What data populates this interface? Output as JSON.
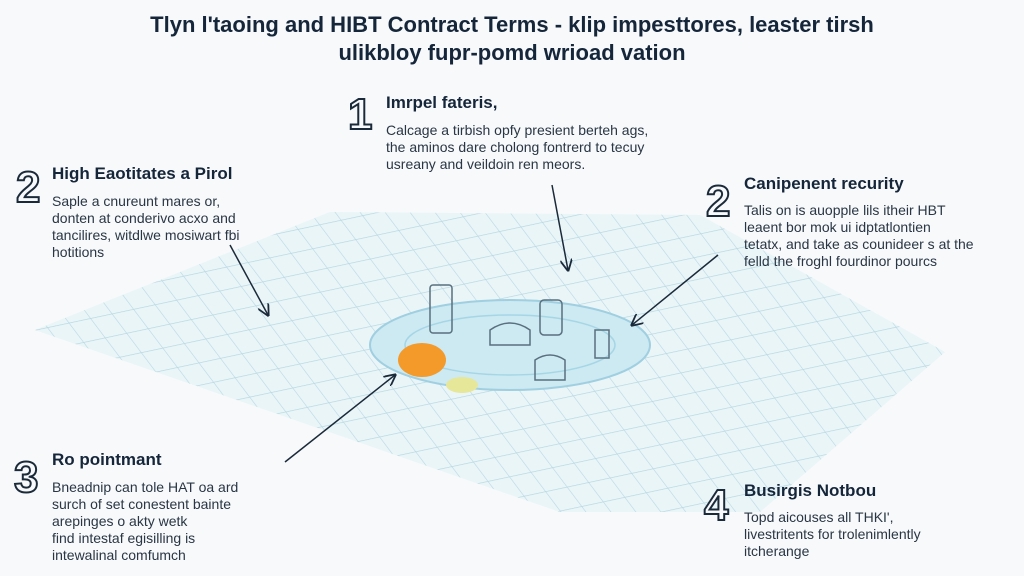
{
  "title": {
    "line1": "Tlyn l'taoing and HIBT Contract Terms - klip impesttores, leaster tirsh",
    "line2": "ulikbloy fupr-pomd wrioad vation"
  },
  "sections": [
    {
      "number": "1",
      "heading": "Imrpel fateris,",
      "lines": [
        "Calcage a tirbish opfy presient berteh ags,",
        "the aminos dare cholong fontrerd to tecuy",
        "usreany and veildoin ren meors."
      ]
    },
    {
      "number": "2",
      "heading": "High Eaotitates a Pirol",
      "lines": [
        "Saple a cnureunt mares or,",
        "donten at conderivo acxo and",
        "tancilires, witdlwe mosiwart fbi",
        "hotitions"
      ]
    },
    {
      "number": "2",
      "heading": "Canipenent recurity",
      "lines": [
        "Talis on is auopple lils itheir HBT",
        "leaent bor mok ui idptatlontien",
        "tetatx, and take as counideer s at the",
        "felld the froghl fourdinor pourcs"
      ]
    },
    {
      "number": "3",
      "heading": "Ro pointmant",
      "lines": [
        "Bneadnip can tole HAT oa ard",
        "surch of set conestent bainte",
        "arepinges o akty wetk",
        "find intestaf egisilling is",
        "intewalinal comfumch"
      ]
    },
    {
      "number": "4",
      "heading": "Busirgis Notbou",
      "lines": [
        "Topd aicouses all THKI',",
        "livestritents for trolenimlently",
        "itcherange"
      ]
    }
  ],
  "colors": {
    "accent": "#f39a2b",
    "grid": "#b9dce6",
    "ellipse": "#cde9f2",
    "ink": "#1b2a3a"
  }
}
